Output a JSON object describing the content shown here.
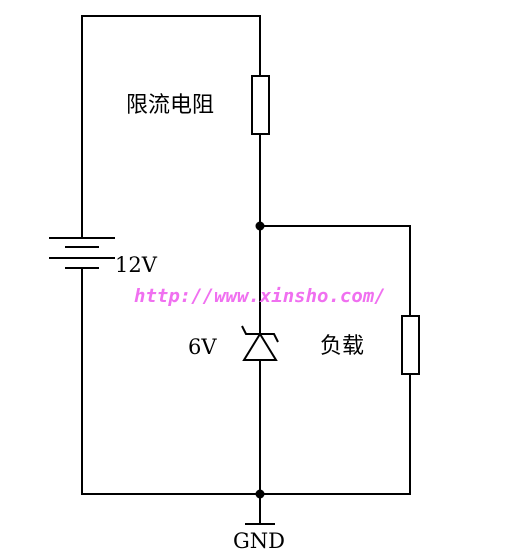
{
  "labels": {
    "resistor": "限流电阻",
    "battery_voltage": "12V",
    "watermark": "http://www.xinsho.com/",
    "zener_voltage": "6V",
    "load": "负载",
    "ground": "GND"
  },
  "colors": {
    "wire": "#000000",
    "watermark": "#f070f0",
    "background": "#ffffff"
  }
}
